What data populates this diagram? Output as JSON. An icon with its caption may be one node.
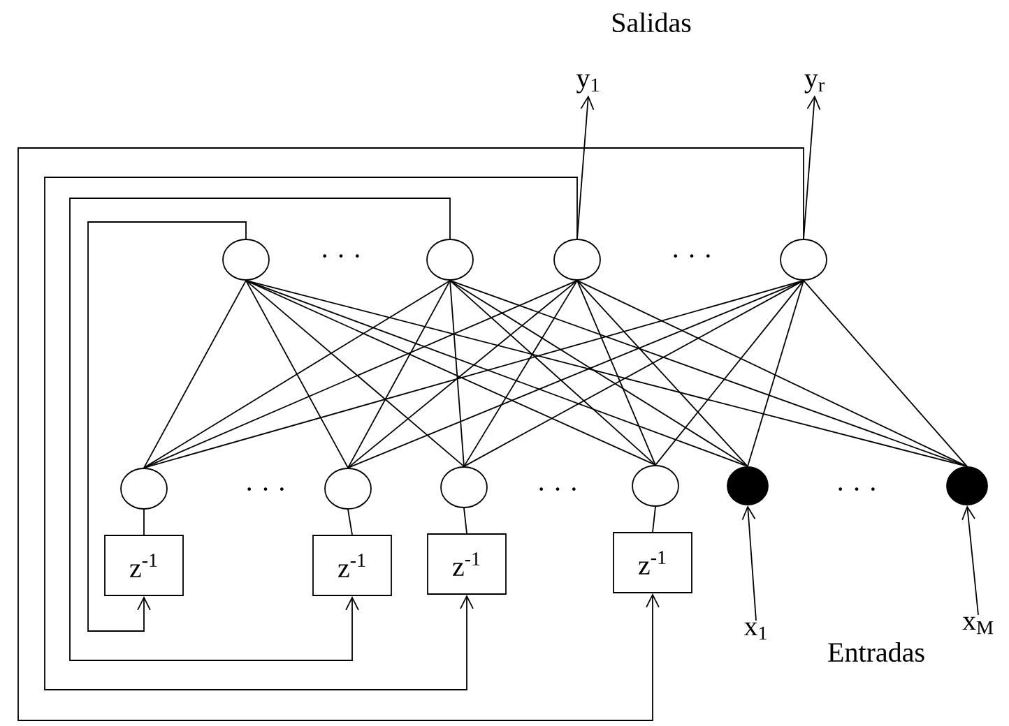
{
  "diagram": {
    "nodes": [
      {
        "text": [
          "y$_{1}$"
        ]
      },
      {
        "text": [
          "y$_{r}$"
        ]
      },
      {
        "text": [],
        "shape": "circle"
      },
      {
        "text": [],
        "shape": "circle"
      },
      {
        "text": [],
        "shape": "circle"
      },
      {
        "text": [],
        "shape": "circle"
      },
      {
        "text": [],
        "shape": "circle"
      },
      {
        "text": [],
        "shape": "circle"
      },
      {
        "text": [],
        "shape": "circle"
      },
      {
        "text": [],
        "shape": "circle"
      },
      {
        "text": [],
        "shape": "dot"
      },
      {
        "text": [],
        "shape": "dot"
      },
      {
        "text": [
          "z$^{-1}$"
        ]
      },
      {
        "text": [
          "z$^{-1}$"
        ]
      },
      {
        "text": [
          "z$^{-1}$"
        ]
      },
      {
        "text": [
          "z$^{-1}$"
        ]
      },
      {
        "text": [
          "x$_{1}$"
        ]
      },
      {
        "text": [
          "x$_{M}$"
        ]
      }
    ],
    "edges": [
      {
        "from": 4,
        "to": 0,
        "arrow": "to"
      },
      {
        "from": 5,
        "to": 1,
        "arrow": "to"
      },
      {
        "from": 2,
        "to": 6,
        "arrow": "none"
      },
      {
        "from": 2,
        "to": 7,
        "arrow": "none"
      },
      {
        "from": 2,
        "to": 8,
        "arrow": "none"
      },
      {
        "from": 2,
        "to": 9,
        "arrow": "none"
      },
      {
        "from": 2,
        "to": 10,
        "arrow": "none"
      },
      {
        "from": 2,
        "to": 11,
        "arrow": "none"
      },
      {
        "from": 3,
        "to": 6,
        "arrow": "none"
      },
      {
        "from": 3,
        "to": 7,
        "arrow": "none"
      },
      {
        "from": 3,
        "to": 8,
        "arrow": "none"
      },
      {
        "from": 3,
        "to": 9,
        "arrow": "none"
      },
      {
        "from": 3,
        "to": 10,
        "arrow": "none"
      },
      {
        "from": 3,
        "to": 11,
        "arrow": "none"
      },
      {
        "from": 4,
        "to": 6,
        "arrow": "none"
      },
      {
        "from": 4,
        "to": 7,
        "arrow": "none"
      },
      {
        "from": 4,
        "to": 8,
        "arrow": "none"
      },
      {
        "from": 4,
        "to": 9,
        "arrow": "none"
      },
      {
        "from": 4,
        "to": 10,
        "arrow": "none"
      },
      {
        "from": 4,
        "to": 11,
        "arrow": "none"
      },
      {
        "from": 5,
        "to": 6,
        "arrow": "none"
      },
      {
        "from": 5,
        "to": 7,
        "arrow": "none"
      },
      {
        "from": 5,
        "to": 8,
        "arrow": "none"
      },
      {
        "from": 5,
        "to": 9,
        "arrow": "none"
      },
      {
        "from": 5,
        "to": 10,
        "arrow": "none"
      },
      {
        "from": 5,
        "to": 11,
        "arrow": "none"
      },
      {
        "from": 12,
        "to": 6,
        "arrow": "none"
      },
      {
        "from": 13,
        "to": 7,
        "arrow": "none"
      },
      {
        "from": 14,
        "to": 8,
        "arrow": "none"
      },
      {
        "from": 15,
        "to": 9,
        "arrow": "none"
      },
      {
        "from": 2,
        "to": 12,
        "arrow": "to"
      },
      {
        "from": 3,
        "to": 13,
        "arrow": "to"
      },
      {
        "from": 4,
        "to": 14,
        "arrow": "to"
      },
      {
        "from": 5,
        "to": 15,
        "arrow": "to"
      },
      {
        "from": 16,
        "to": 10,
        "arrow": "to"
      },
      {
        "from": 17,
        "to": 11,
        "arrow": "to"
      }
    ],
    "labels": [
      "Salidas",
      "· · ·",
      "· · ·",
      "· · ·",
      "· · ·",
      "· · ·",
      "Entradas"
    ]
  }
}
